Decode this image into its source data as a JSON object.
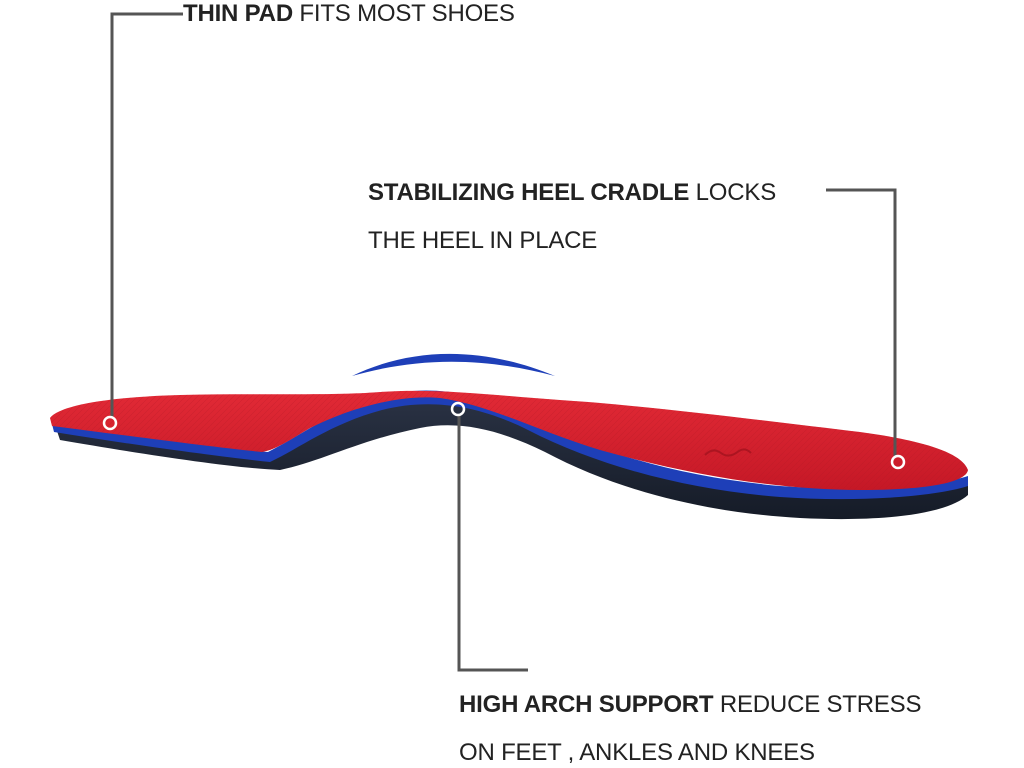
{
  "callouts": {
    "thin_pad": {
      "bold": "THIN PAD",
      "rest": " FITS MOST SHOES"
    },
    "heel_cradle": {
      "bold": "STABILIZING HEEL CRADLE",
      "rest": " LOCKS",
      "line2": "THE  HEEL IN PLACE"
    },
    "arch_support": {
      "bold": "HIGH ARCH SUPPORT",
      "rest": " REDUCE STRESS",
      "line2": "ON FEET , ANKLES AND KNEES"
    }
  },
  "colors": {
    "top_cover": "#d8202e",
    "top_cover_dark": "#b8141f",
    "edge_blue": "#1e3fb8",
    "shell": "#1d2433",
    "leader_line": "#555555",
    "background": "#ffffff"
  }
}
